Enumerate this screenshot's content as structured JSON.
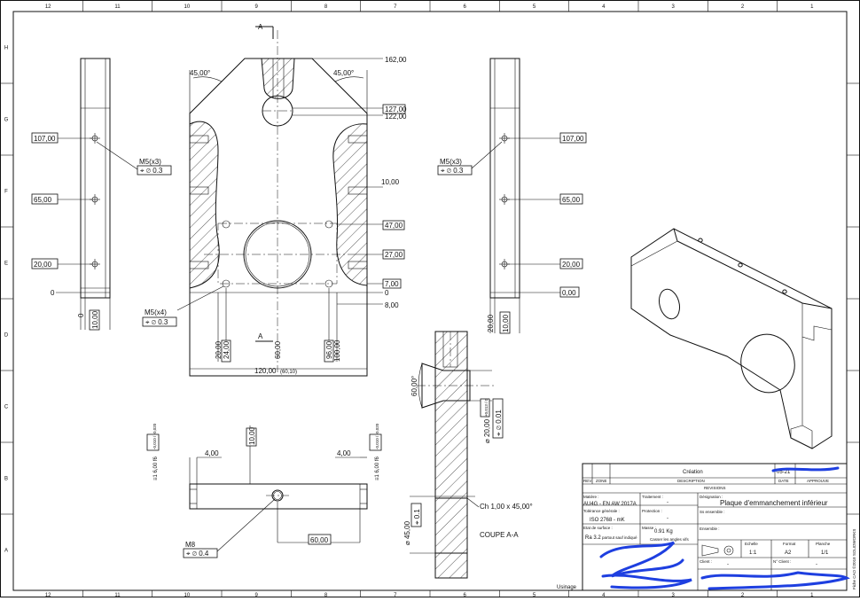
{
  "zones": {
    "columns": [
      "12",
      "11",
      "10",
      "9",
      "8",
      "7",
      "6",
      "5",
      "4",
      "3",
      "2",
      "1"
    ],
    "rows": [
      "H",
      "G",
      "F",
      "E",
      "D",
      "C",
      "B",
      "A"
    ]
  },
  "front_view": {
    "section_marker_top": "A",
    "section_marker_bottom": "A",
    "angle_left": "45,00°",
    "angle_right": "45,00°",
    "dims_right": [
      "162,00",
      "127,00",
      "122,00",
      "10,00",
      "47,00",
      "27,00",
      "7,00",
      "0",
      "8,00"
    ],
    "dims_bottom": [
      "20,00",
      "24,00",
      "60,00",
      "96,00",
      "100,00"
    ],
    "width": "120,00",
    "width_ref": "(60,10)",
    "callout_m5x4": "M5(x4)",
    "tol_m5x4": "⌖ ⌀ 0.3"
  },
  "left_view": {
    "dims": [
      "107,00",
      "65,00",
      "20,00",
      "0"
    ],
    "bottom_dims": [
      "0",
      "10,00"
    ],
    "callout": "M5(x3)",
    "tol": "⌖ ⌀ 0.3"
  },
  "right_view": {
    "dims": [
      "107,00",
      "65,00",
      "20,00",
      "0,00"
    ],
    "bottom_dims": [
      "20,00",
      "10,00"
    ],
    "callout": "M5(x3)",
    "tol": "⌖ ⌀ 0.3"
  },
  "bottom_view": {
    "dim_left": "4,00",
    "dim_right": "4,00",
    "dim_center": "10,00",
    "height_left": "≡1 6,00 f6",
    "height_right": "≡1 6,00 f6",
    "tol_left": "-0,010 / -0,020",
    "tol_right": "-0,010 / -0,020",
    "dim_bottom": "60,00",
    "callout": "M8",
    "tol": "⌖ ⌀ 0.4"
  },
  "section_view": {
    "angle": "60,00°",
    "bore": "⌀ 20,00 H6",
    "bore_tol": "+0,013 / 0",
    "bore_pos": "⌖ ⌀ 0.01",
    "chamfer": "Ch 1,00 x 45,00°",
    "diameter": "⌀ 45,00",
    "dia_tol": "⌖ 0.1",
    "label": "COUPE A-A"
  },
  "title_block": {
    "rev_headers": [
      "REV.",
      "ZONE",
      "DESCRIPTION",
      "DATE",
      "APPROUVE"
    ],
    "rev_title": "REVISIONS",
    "rev_row_desc": "Création",
    "rev_row_date": "05-21",
    "matiere_label": "Matière :",
    "matiere": "AU4G - EN AW 2017A",
    "traitement_label": "Traitement :",
    "traitement": "-",
    "tolerance_label": "Tolérance générale :",
    "tolerance": "ISO 2768 - mK",
    "protection_label": "Protection :",
    "protection": "-",
    "etat_label": "Etat de surface :",
    "etat": "Ra 3.2",
    "etat_note": "partout sauf indiqué",
    "masse_label": "Masse :",
    "masse": "0.91 Kg",
    "angles_note": "Casser les angles vifs",
    "designation_label": "Désignation :",
    "designation": "Plaque d'emmanchement inférieur",
    "sous_ensemble_label": "Ss ensemble :",
    "ensemble_label": "Ensemble :",
    "echelle_label": "Echelle",
    "echelle": "1:1",
    "format_label": "Format",
    "format": "A2",
    "planche_label": "Planche",
    "planche": "1/1",
    "client_label": "Client :",
    "client": "-",
    "no_client_label": "N° Client :",
    "no_client": "-",
    "usinage": "Usinage",
    "side_note": "Fiche CAO ©2018 SOLIDWORKS"
  }
}
